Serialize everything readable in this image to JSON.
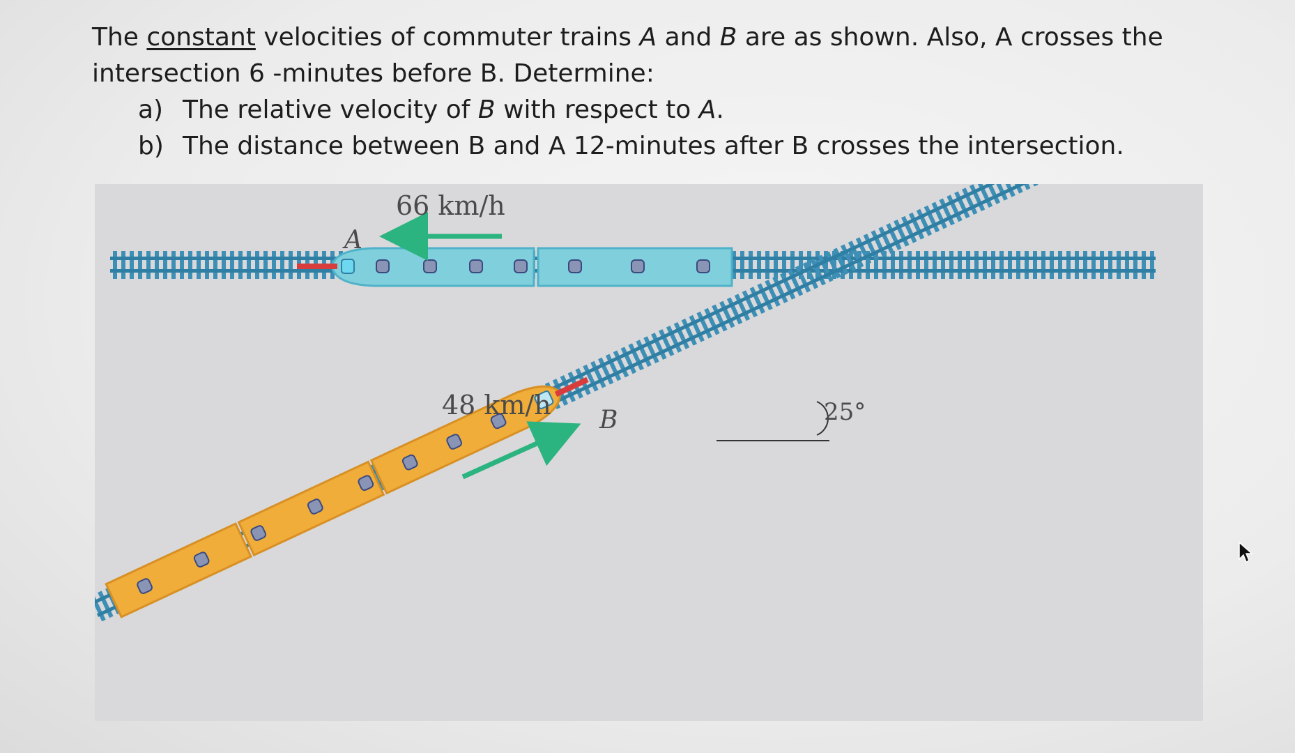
{
  "problem": {
    "intro_pre": "The ",
    "intro_underlined": "constant",
    "intro_mid1": " velocities of commuter trains ",
    "intro_A": "A",
    "intro_and": " and ",
    "intro_B": "B",
    "intro_post": " are as shown. Also, A crosses the",
    "intro_line2": "intersection 6 -minutes before B. Determine:",
    "parts": [
      {
        "label": "a)",
        "text_pre": "The relative velocity of ",
        "var1": "B",
        "text_mid": " with respect to ",
        "var2": "A",
        "text_post": "."
      },
      {
        "label": "b)",
        "text": "The distance between B and A 12-minutes after B crosses the intersection."
      }
    ]
  },
  "figure": {
    "train_a_label": "A",
    "train_a_speed": "66 km/h",
    "train_b_label": "B",
    "train_b_speed": "48 km/h",
    "angle_label": "25°",
    "colors": {
      "background": "#d9d9dc",
      "track": "#3d8fb5",
      "train_a": "#7fd0dc",
      "train_b": "#f0ad3a",
      "arrow": "#2bb380",
      "nose": "#d93c3c"
    }
  }
}
